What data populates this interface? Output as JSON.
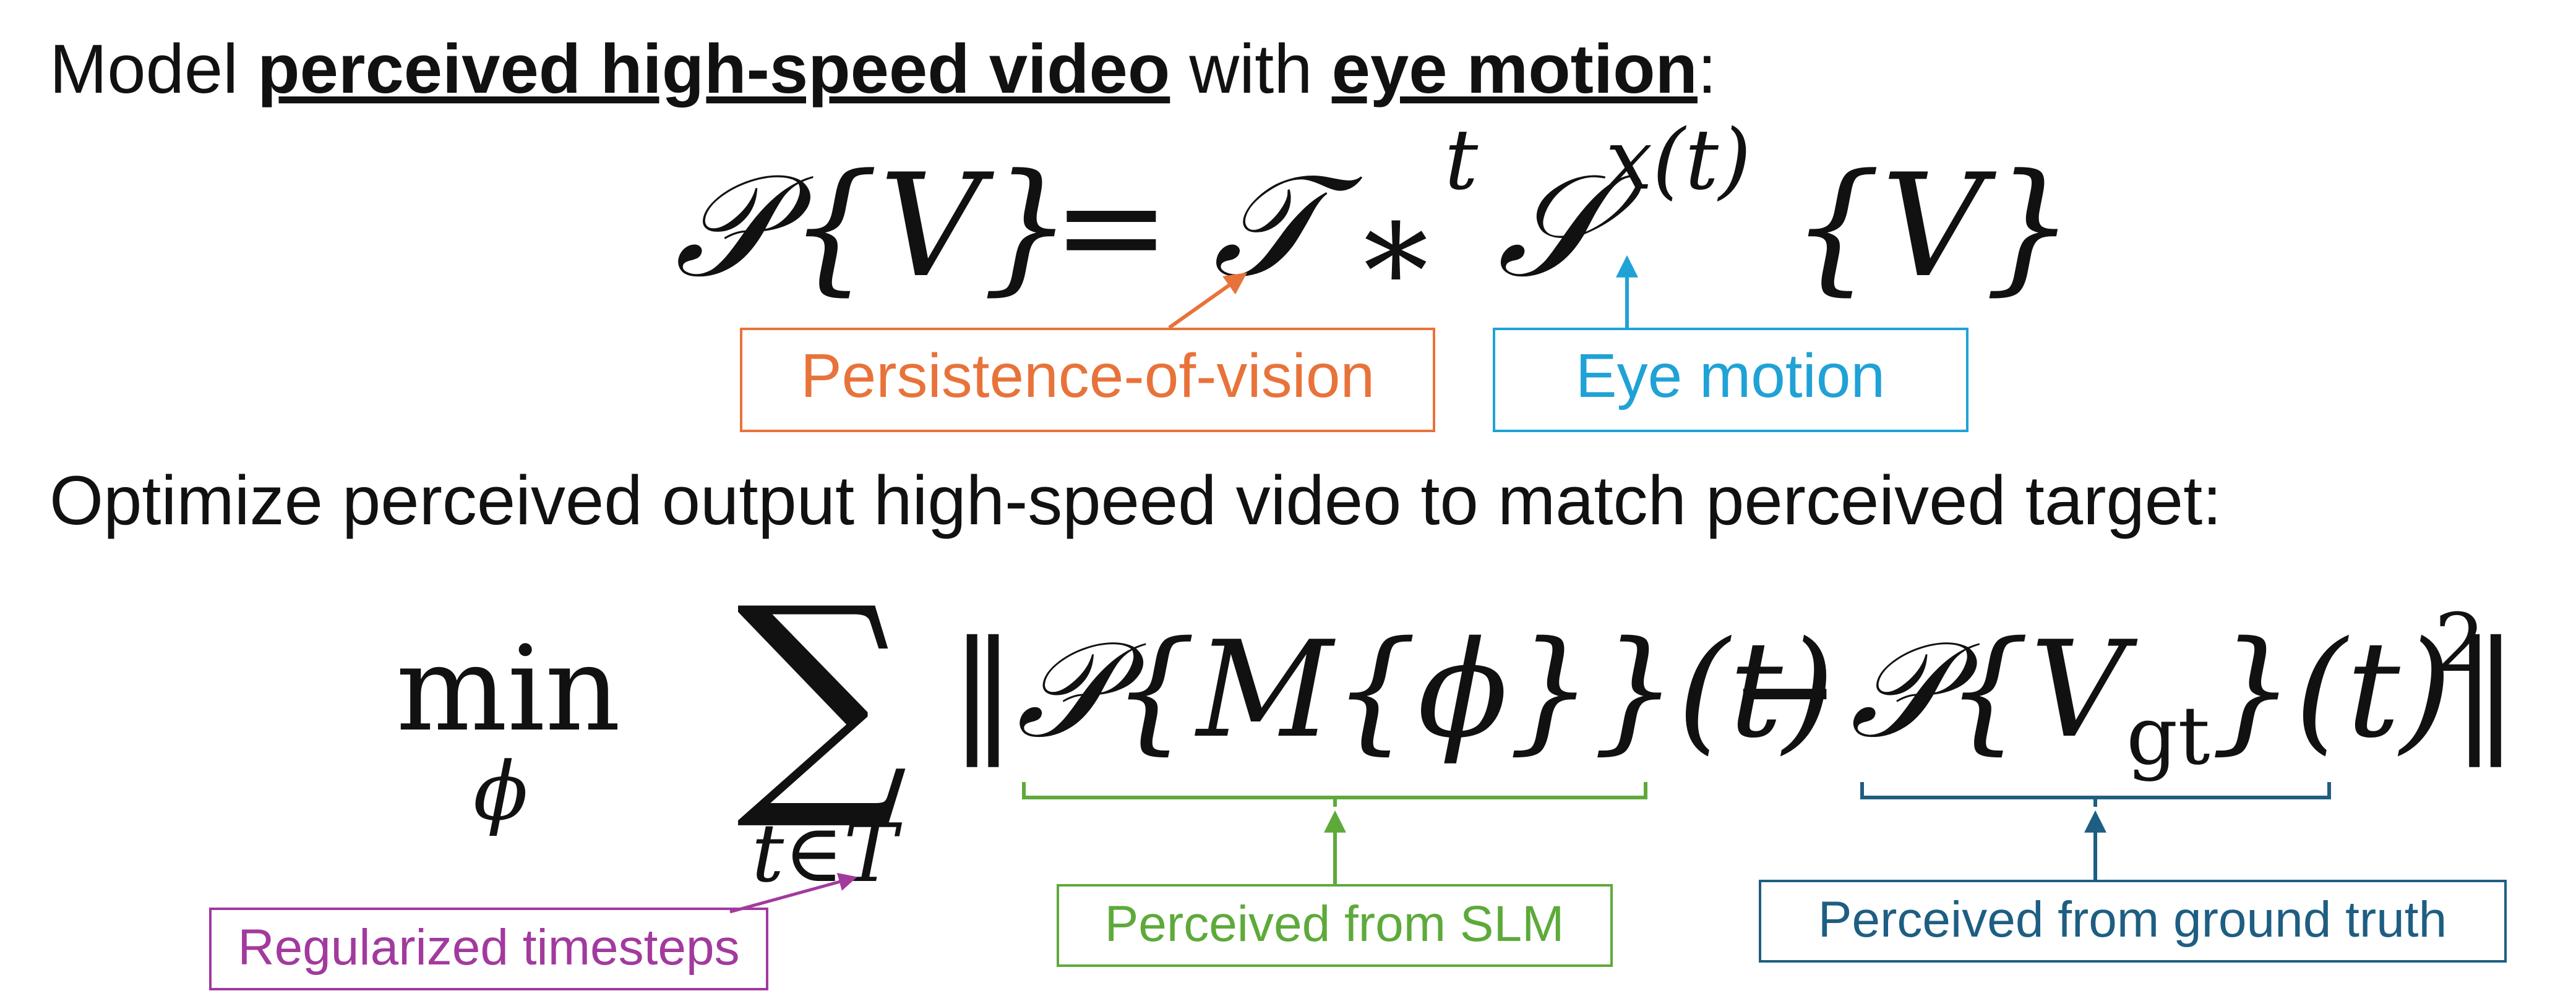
{
  "heading1": {
    "prefix": "Model ",
    "emph1": "perceived high-speed video",
    "middle": " with ",
    "emph2": "eye motion",
    "suffix": ":"
  },
  "equation1": {
    "lhs_operator": "𝒫",
    "lhs_arg": "{V}",
    "equals": "=",
    "kernel": "𝒯",
    "conv": "∗",
    "conv_sup": "t",
    "shift": "𝒮",
    "shift_sup": "x(t)",
    "rhs_arg": "{V}"
  },
  "callouts1": {
    "persistence": {
      "text": "Persistence-of-vision",
      "color": "#E8733A"
    },
    "eye_motion": {
      "text": "Eye motion",
      "color": "#1FA2D6"
    }
  },
  "heading2": "Optimize perceived output high-speed video to match perceived target:",
  "equation2": {
    "min": "min",
    "min_sub": "ϕ",
    "sum": "∑",
    "sum_sub": "t∈T",
    "term1": "‖𝒫{M{ϕ}}(t)",
    "minus": "−",
    "term2_start": "𝒫{V",
    "term2_sub": "gt",
    "term2_end": "}(t)‖",
    "power": "2"
  },
  "callouts2": {
    "timesteps": {
      "text": "Regularized timesteps",
      "color": "#A23A9E"
    },
    "slm": {
      "text": "Perceived from SLM",
      "color": "#5DAA3A"
    },
    "ground_truth": {
      "text": "Perceived from ground truth",
      "color": "#1E5E82"
    }
  }
}
